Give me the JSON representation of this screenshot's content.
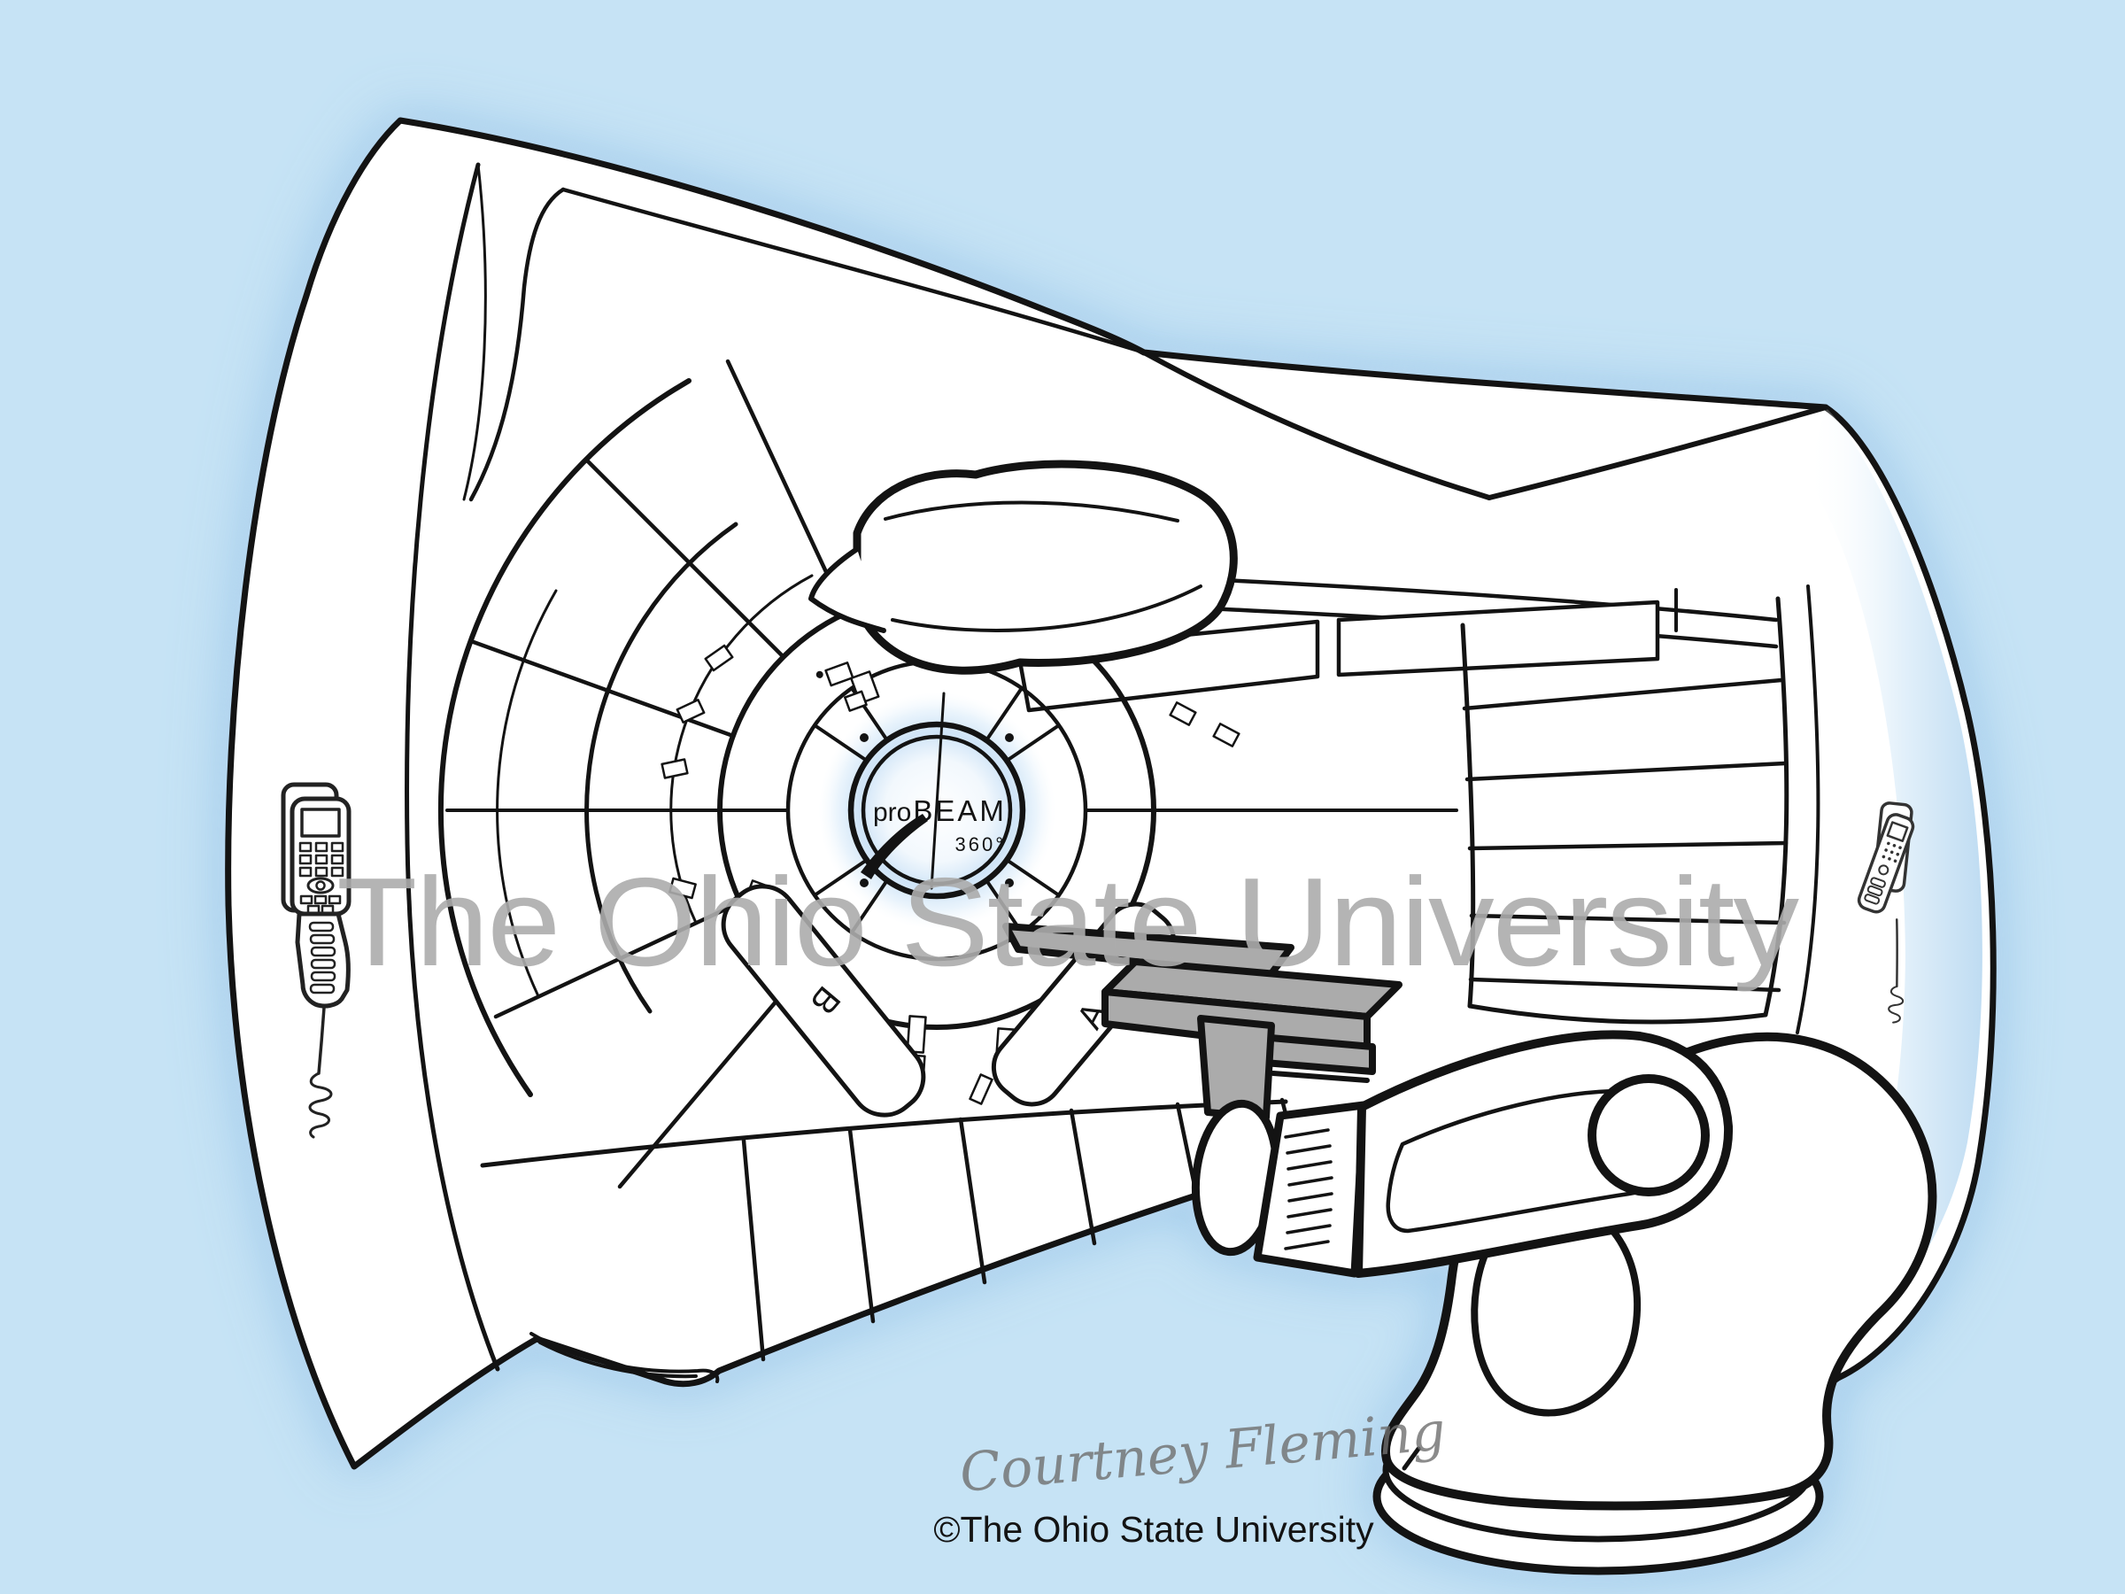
{
  "artwork": {
    "title_watermark": "The Ohio State University",
    "machine_logo": {
      "pro": "pro",
      "beam": "BEAM",
      "sub": "360°"
    },
    "panel_labels": {
      "right_panel": "A",
      "left_panel": "B"
    },
    "signature": "Courtney Fleming",
    "copyright": "©The Ohio State University",
    "colors": {
      "background": "#c6e3f5",
      "line": "#131313",
      "machine_fill": "#ffffff",
      "couch_gray": "#ababab",
      "bore_glow": "#cfe4f7",
      "rim_glow": "#bfdcf2",
      "watermark_gray": "#acacac",
      "signature_gray": "#6f6f6f",
      "copyright_color": "#131313"
    }
  }
}
